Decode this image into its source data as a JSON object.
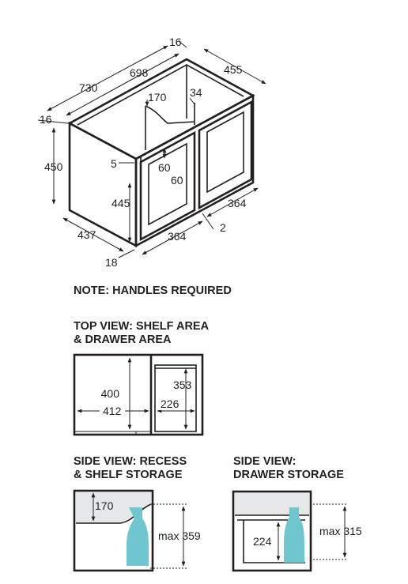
{
  "iso": {
    "d16_top": "16",
    "d698": "698",
    "d730": "730",
    "d455": "455",
    "d170": "170",
    "d34": "34",
    "d16_left": "16",
    "d450": "450",
    "d5": "5",
    "d60_a": "60",
    "d60_b": "60",
    "d445": "445",
    "d364_right": "364",
    "d2": "2",
    "d437": "437",
    "d364_bottom": "364",
    "d18": "18"
  },
  "note": "NOTE: HANDLES REQUIRED",
  "top_view": {
    "title_line1": "TOP VIEW: SHELF AREA",
    "title_line2": "& DRAWER AREA",
    "d400": "400",
    "d412": "412",
    "d353": "353",
    "d226": "226"
  },
  "side_recess": {
    "title_line1": "SIDE VIEW: RECESS",
    "title_line2": "& SHELF STORAGE",
    "d170": "170",
    "max": "max 359"
  },
  "side_drawer": {
    "title_line1": "SIDE VIEW:",
    "title_line2": "DRAWER STORAGE",
    "d224": "224",
    "max": "max 315"
  },
  "colors": {
    "line": "#231f20",
    "bottle": "#6fc6cf",
    "recess_fill": "#e6e7e8"
  }
}
